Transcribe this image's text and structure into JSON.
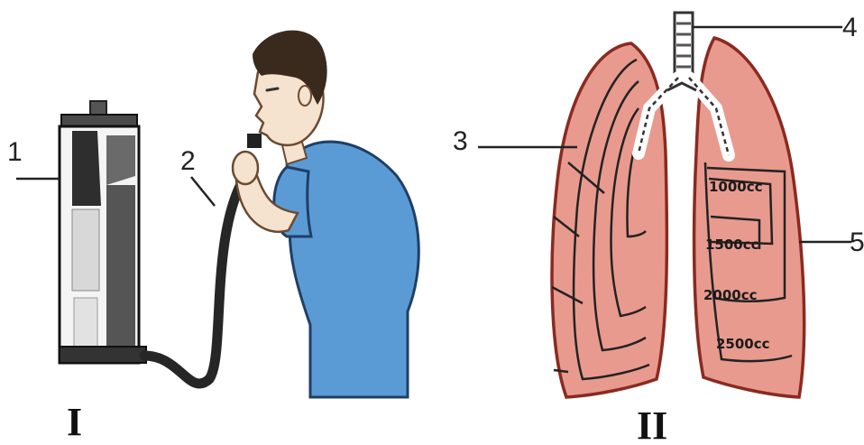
{
  "figure_I": {
    "caption": "I",
    "labels": {
      "l1": "1",
      "l2": "2"
    }
  },
  "figure_II": {
    "caption": "II",
    "labels": {
      "l3": "3",
      "l4": "4",
      "l5": "5"
    },
    "volume_marks": [
      "1000cc",
      "1500cc",
      "2000cc",
      "2500cc"
    ]
  },
  "colors": {
    "lung_fill": "#e89a8e",
    "lung_outline": "#8a2a20",
    "shirt": "#5b9bd5",
    "hair": "#3a2a1e",
    "skin": "#f5e2cf",
    "device_dark": "#3a3a3a"
  }
}
